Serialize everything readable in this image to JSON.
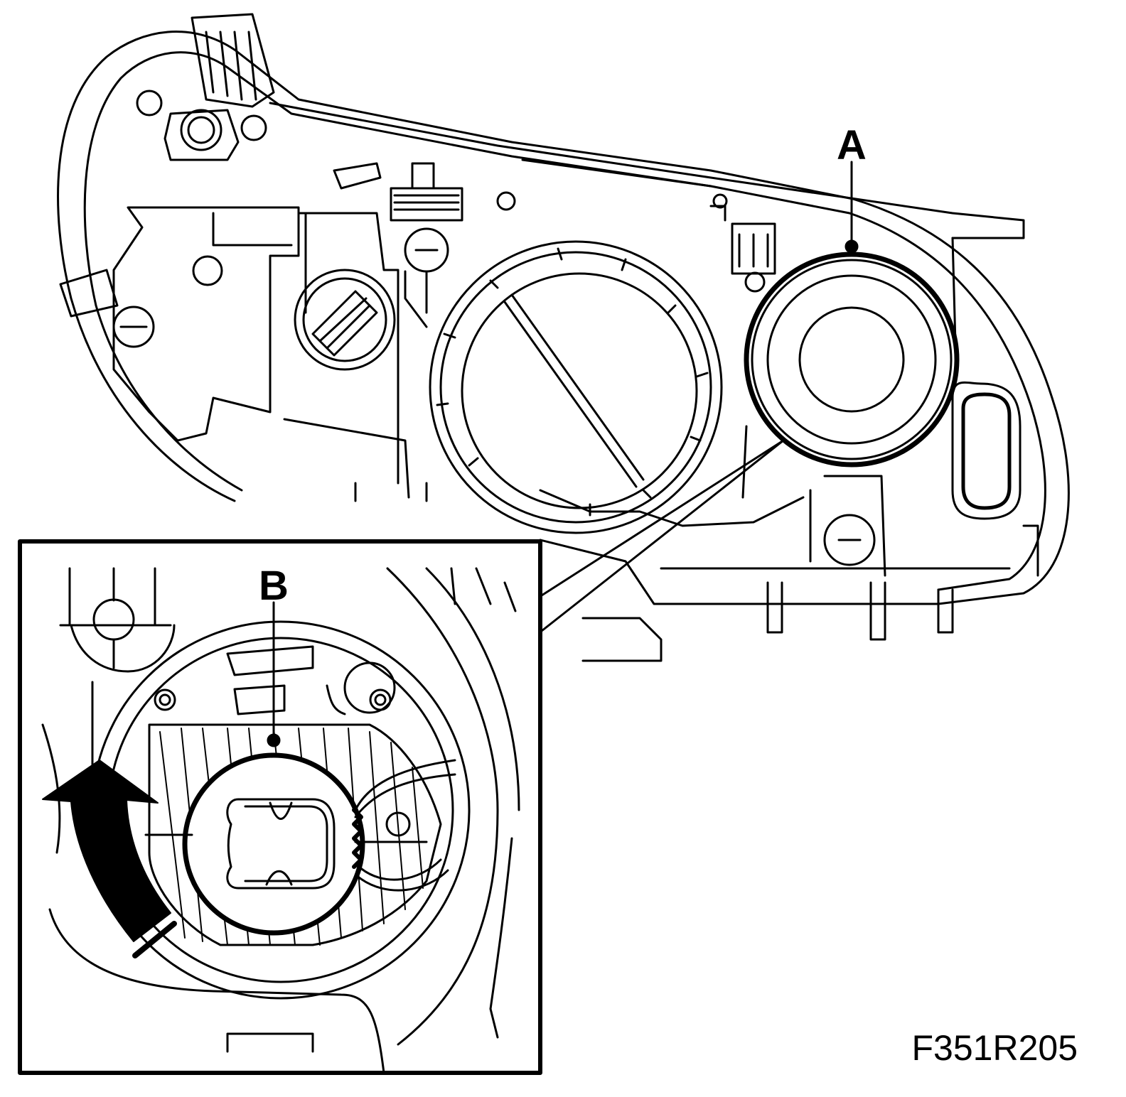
{
  "callouts": {
    "a": "A",
    "b": "B"
  },
  "figure_code": "F351R205",
  "colors": {
    "stroke": "#000000",
    "background": "#ffffff"
  },
  "icons": {
    "rotation_arrow": "curved-arrow-up-icon"
  }
}
